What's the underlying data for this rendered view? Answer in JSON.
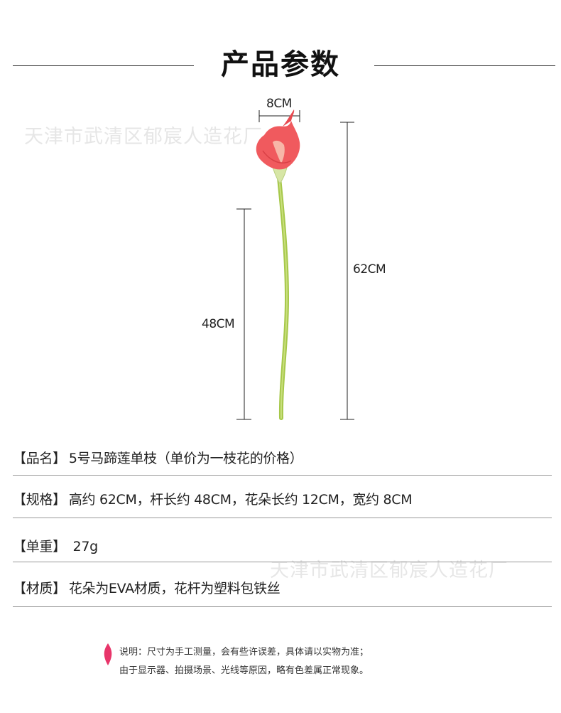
{
  "header": {
    "title": "产品参数"
  },
  "watermark": {
    "text_left": "天津市武清区郁宸人造花厂",
    "text_right": "天津市武清区郁宸人造花厂"
  },
  "dimensions": {
    "flower_width": "8CM",
    "total_height": "62CM",
    "stem_height": "48CM"
  },
  "specs": [
    {
      "label": "【品名】",
      "value": "5号马蹄莲单枝（单价为一枝花的价格）"
    },
    {
      "label": "【规格】",
      "value": "高约 62CM，杆长约 48CM，花朵长约 12CM，宽约 8CM"
    },
    {
      "label": "【单重】",
      "value": " 27g"
    },
    {
      "label": "【材质】",
      "value": "花朵为EVA材质，花杆为塑料包铁丝"
    }
  ],
  "note": {
    "line1": "说明：尺寸为手工测量，会有些许误差，具体请以实物为准；",
    "line2": "由于显示器、拍摄场景、光线等原因，略有色差属正常现象。"
  },
  "colors": {
    "flower": "#f05a5e",
    "stem": "#a6c84a",
    "note_icon": "#e8356a"
  }
}
